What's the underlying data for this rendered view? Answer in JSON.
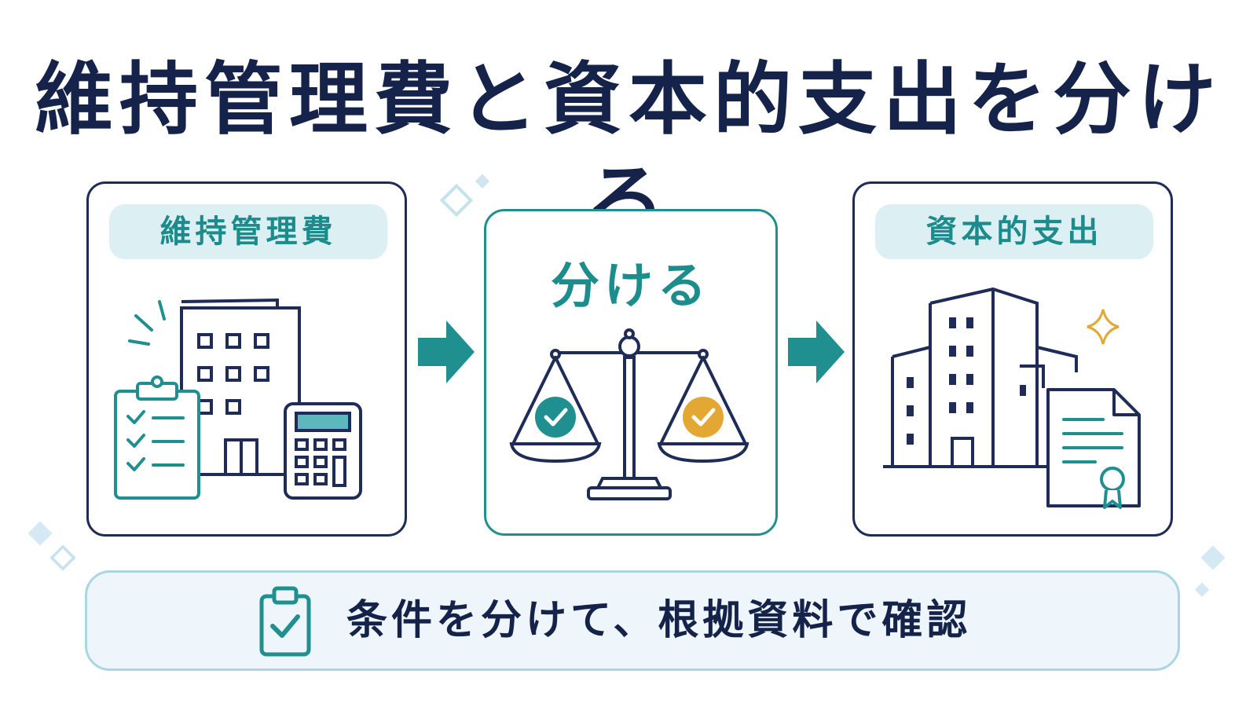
{
  "title": "維持管理費と資本的支出を分ける",
  "left_card": {
    "label": "維持管理費",
    "icons": [
      "building-icon",
      "checklist-clipboard-icon",
      "calculator-icon",
      "spark-lines-icon"
    ]
  },
  "middle_card": {
    "label": "分ける",
    "icons": [
      "balance-scale-icon",
      "check-circle-icon"
    ]
  },
  "right_card": {
    "label": "資本的支出",
    "icons": [
      "office-buildings-icon",
      "certificate-document-icon",
      "sparkle-icon"
    ]
  },
  "banner": {
    "text": "条件を分けて、根拠資料で確認",
    "icon": "clipboard-check-icon"
  },
  "colors": {
    "navy": "#1e2c57",
    "teal": "#1f8f8f",
    "gold": "#e3a834",
    "pill_bg": "#dcf0f3",
    "banner_bg": "#eef6fc"
  }
}
